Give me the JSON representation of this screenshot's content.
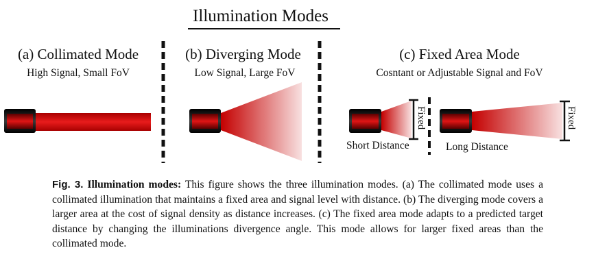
{
  "figure": {
    "title": "Illumination Modes",
    "modes": [
      {
        "label": "(a) Collimated Mode",
        "subtitle": "High Signal, Small FoV"
      },
      {
        "label": "(b) Diverging Mode",
        "subtitle": "Low Signal, Large FoV"
      },
      {
        "label": "(c) Fixed Area Mode",
        "subtitle": "Cosntant or Adjustable Signal and FoV"
      }
    ],
    "fixed_label": "Fixed",
    "short_distance": "Short Distance",
    "long_distance": "Long Distance",
    "colors": {
      "beam": "#c8102e",
      "housing": "#1a1a1a",
      "divider": "#111111"
    }
  },
  "caption": {
    "fig_label": "Fig. 3.",
    "heading": "Illumination modes:",
    "body": "This figure shows the three illumination modes. (a) The collimated mode uses a collimated illumination that maintains a fixed area and signal level with distance. (b) The diverging mode covers a larger area at the cost of signal density as distance increases. (c) The fixed area mode adapts to a predicted target distance by changing the illuminations divergence angle. This mode allows for larger fixed areas than the collimated mode."
  }
}
